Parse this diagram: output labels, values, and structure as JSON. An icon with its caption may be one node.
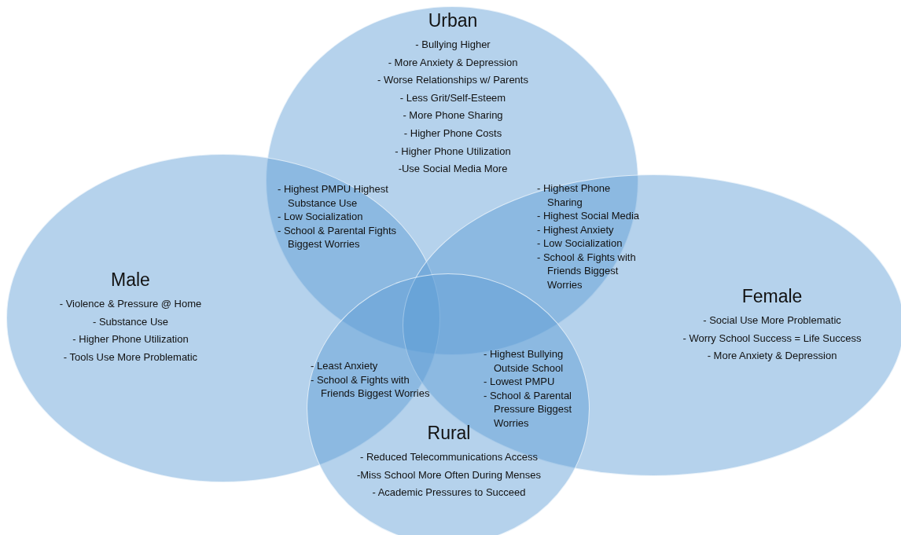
{
  "diagram": {
    "nodes": [
      {
        "text": [
          "Urban",
          "- Bullying Higher",
          "- More Anxiety & Depression",
          "- Worse Relationships w/ Parents",
          "- Less Grit/Self-Esteem",
          "- More Phone Sharing",
          "- Higher Phone Costs",
          "- Higher Phone Utilization",
          "-Use Social Media More"
        ]
      },
      {
        "text": [
          "Male",
          "- Violence & Pressure @ Home",
          "- Substance Use",
          "- Higher Phone Utilization",
          "- Tools Use More Problematic"
        ]
      },
      {
        "text": [
          "Female",
          "- Social Use More Problematic",
          "- Worry School Success = Life Success",
          "- More Anxiety & Depression"
        ]
      },
      {
        "text": [
          "Rural",
          "- Reduced Telecommunications Access",
          "-Miss School More Often During Menses",
          "- Academic Pressures to Succeed"
        ]
      }
    ],
    "labels": [
      "- Highest PMPU Highest Substance Use",
      "- Low Socialization",
      "- School & Parental Fights Biggest Worries",
      "- Highest Phone Sharing",
      "- Highest Social Media",
      "- Highest Anxiety",
      "- Low Socialization",
      "- School & Fights with Friends Biggest Worries",
      "- Least Anxiety",
      "- School & Fights with Friends Biggest Worries",
      "- Highest Bullying Outside School",
      "- Lowest PMPU",
      "- School & Parental Pressure Biggest Worries"
    ]
  }
}
